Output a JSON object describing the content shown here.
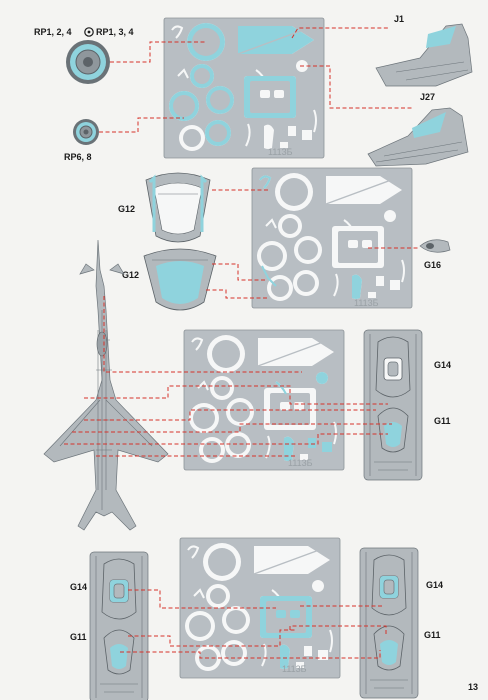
{
  "page": {
    "number": "13",
    "background": "#f4f4f2"
  },
  "colors": {
    "mask_color": "#8fd3dd",
    "sheet_color": "#b8bec3",
    "leader_line_color": "#d6322a",
    "aircraft_color": "#b3b9bd"
  },
  "steps": {
    "wheel_upper": {
      "label_left": "RP1, 2, 4",
      "label_right": "RP1, 3, 4",
      "symbol": "circle-dot-icon"
    },
    "wheel_lower": {
      "label": "RP6, 8"
    },
    "sheet_1": {
      "code": "1113Б",
      "refs": [
        "J1",
        "J27"
      ]
    },
    "sheet_2": {
      "code": "1113Б",
      "refs": [
        "G12",
        "G12",
        "G16"
      ]
    },
    "sheet_3": {
      "code": "1113Б",
      "refs": [
        "G14",
        "G11"
      ]
    },
    "sheet_4": {
      "code": "1113Б",
      "refs": [
        "G14",
        "G11",
        "G14",
        "G11"
      ]
    }
  }
}
